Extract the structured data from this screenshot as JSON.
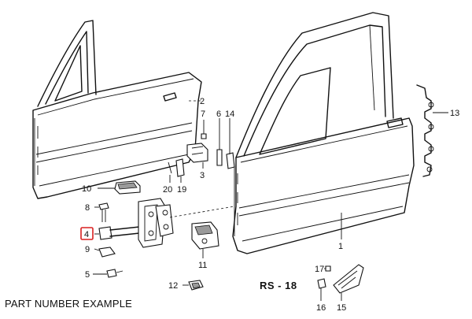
{
  "caption": "PART NUMBER EXAMPLE",
  "diagram_code": "RS - 18",
  "callouts": [
    "1",
    "2",
    "3",
    "4",
    "5",
    "6",
    "7",
    "8",
    "9",
    "10",
    "11",
    "12",
    "13",
    "14",
    "15",
    "16",
    "17",
    "19",
    "20"
  ],
  "highlighted_callout": "4",
  "colors": {
    "line": "#111111",
    "highlight": "#d92020",
    "part_fill": "#9a9a9a"
  }
}
